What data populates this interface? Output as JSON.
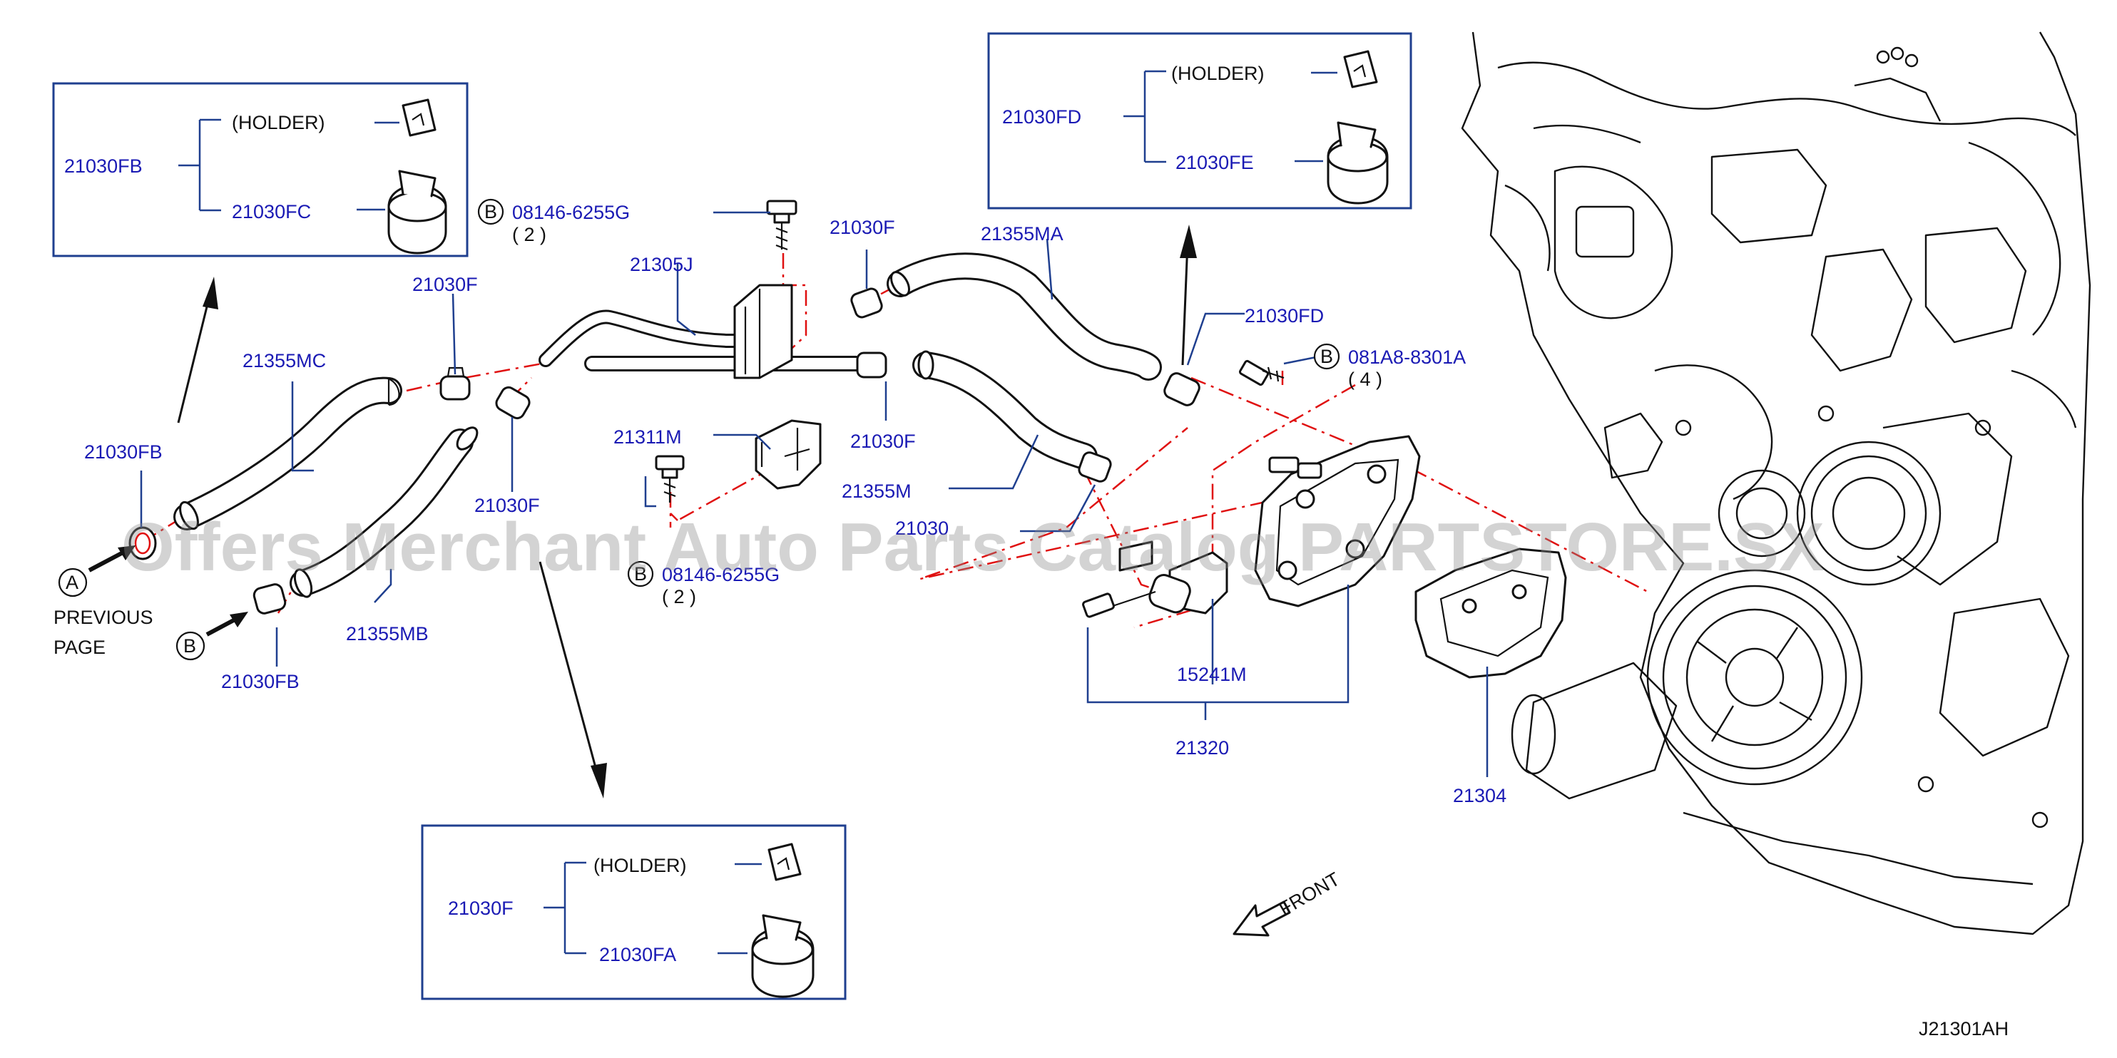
{
  "diagram_id": "J21301AH",
  "watermark": "Offers Merchant Auto Parts Catalog PARTSTORE.SX",
  "front_label": "FRONT",
  "circle_refs": {
    "A": "A",
    "B": "B"
  },
  "previous_page": {
    "line1": "PREVIOUS",
    "line2": "PAGE"
  },
  "boxes": {
    "fb": {
      "parent": "21030FB",
      "holder": "(HOLDER)",
      "child": "21030FC"
    },
    "fd": {
      "parent": "21030FD",
      "holder": "(HOLDER)",
      "child": "21030FE"
    },
    "f": {
      "parent": "21030F",
      "holder": "(HOLDER)",
      "child": "21030FA"
    }
  },
  "bolts": {
    "b1": {
      "ref": "B",
      "number": "08146-6255G",
      "qty": "( 2 )"
    },
    "b2": {
      "ref": "B",
      "number": "08146-6255G",
      "qty": "( 2 )"
    },
    "b3": {
      "ref": "B",
      "number": "081A8-8301A",
      "qty": "( 4 )"
    }
  },
  "labels": {
    "l21030F_a": "21030F",
    "l21030F_b": "21030F",
    "l21030F_c": "21030F",
    "l21030F_d": "21030F",
    "l21030F_e": "21030",
    "l21030FB_a": "21030FB",
    "l21030FB_b": "21030FB",
    "l21030FD": "21030FD",
    "l21355MC": "21355MC",
    "l21355MB": "21355MB",
    "l21355MA": "21355MA",
    "l21355M": "21355M",
    "l21305J": "21305J",
    "l21311M": "21311M",
    "l15241M": "15241M",
    "l21320": "21320",
    "l21304": "21304"
  }
}
